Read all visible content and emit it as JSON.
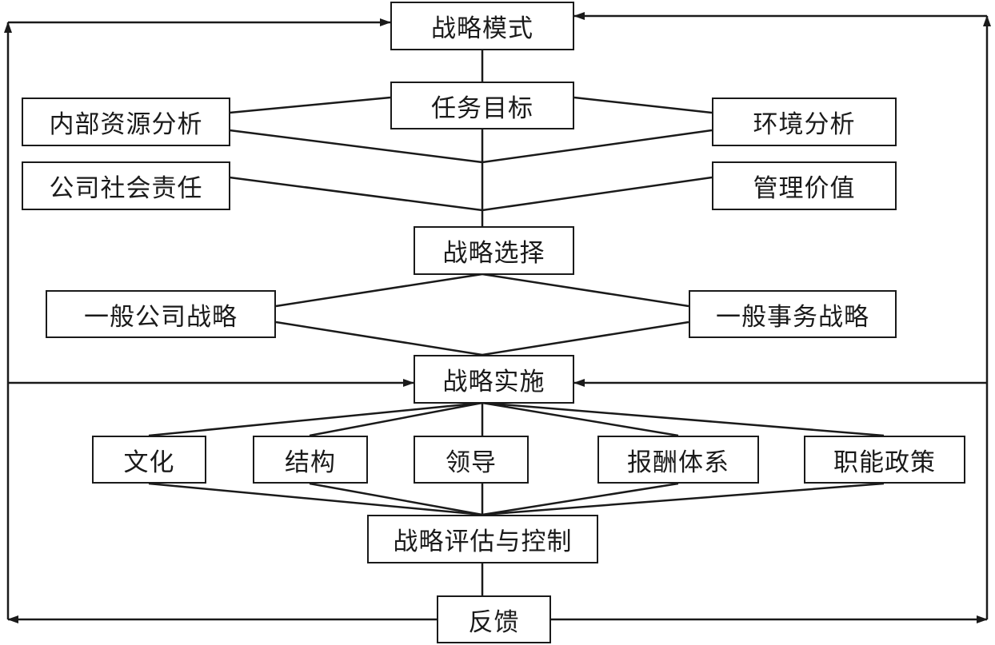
{
  "nodes": {
    "strategy_model": "战略模式",
    "mission": "任务目标",
    "internal_analysis": "内部资源分析",
    "environment_analysis": "环境分析",
    "social_responsibility": "公司社会责任",
    "management_values": "管理价值",
    "strategy_choice": "战略选择",
    "corporate_strategy": "一般公司战略",
    "business_strategy": "一般事务战略",
    "implementation": "战略实施",
    "culture": "文化",
    "structure": "结构",
    "leadership": "领导",
    "reward_system": "报酬体系",
    "functional_policy": "职能政策",
    "evaluation_control": "战略评估与控制",
    "feedback": "反馈"
  },
  "colors": {
    "line": "#1a1a1a",
    "box_fill": "#ffffff"
  }
}
